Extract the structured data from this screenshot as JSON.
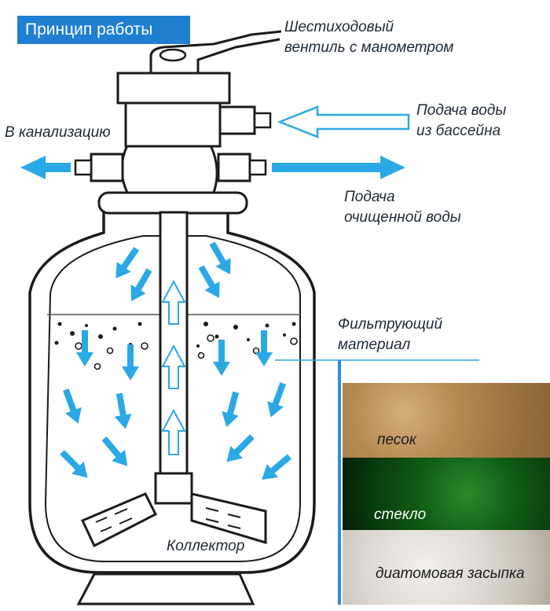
{
  "title": "Принцип работы",
  "labels": {
    "valve": [
      "Шестиходовый",
      "вентиль с манометром"
    ],
    "inlet": [
      "Подача воды",
      "из бассейна"
    ],
    "drain": "В канализацию",
    "outlet": [
      "Подача",
      "очищенной воды"
    ],
    "filter_media": [
      "Фильтрующий",
      "материал"
    ],
    "collector": "Коллектор"
  },
  "media": [
    {
      "label": "песок"
    },
    {
      "label": "стекло"
    },
    {
      "label": "диатомовая засыпка"
    }
  ],
  "colors": {
    "accent": "#2ba8e6",
    "banner": "#1f7fd0",
    "stroke": "#1b1b1b",
    "text": "#1e2a36"
  },
  "icons": {
    "flow_arrow": "arrow-icon",
    "inlet_arrow": "hollow-arrow-icon",
    "bubbles": "bubble-icon"
  }
}
